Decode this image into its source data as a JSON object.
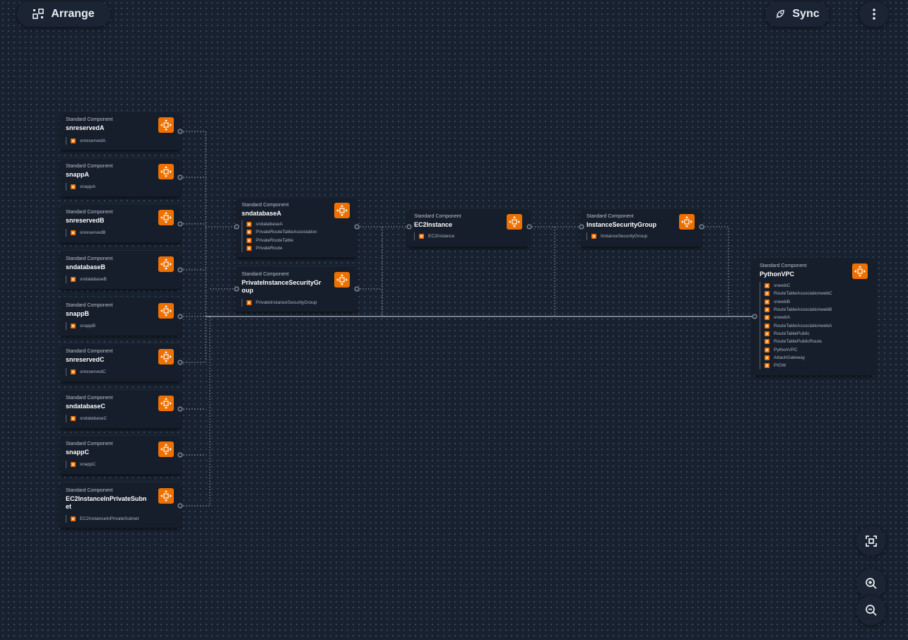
{
  "toolbar": {
    "arrange_label": "Arrange",
    "sync_label": "Sync",
    "more_icon": "vertical-ellipsis-icon"
  },
  "colors": {
    "background": "#18212f",
    "node_bg": "#161e2b",
    "accent": "#ed7100",
    "wire": "#9aa6b4"
  },
  "node_kind": "Standard Component",
  "nodes": {
    "snreservedA": {
      "title": "snreservedA",
      "resources": [
        "snreservedA"
      ]
    },
    "snappA": {
      "title": "snappA",
      "resources": [
        "snappA"
      ]
    },
    "snreservedB": {
      "title": "snreservedB",
      "resources": [
        "snreservedB"
      ]
    },
    "sndatabaseB": {
      "title": "sndatabaseB",
      "resources": [
        "sndatabaseB"
      ]
    },
    "snappB": {
      "title": "snappB",
      "resources": [
        "snappB"
      ]
    },
    "snreservedC": {
      "title": "snreservedC",
      "resources": [
        "snreservedC"
      ]
    },
    "sndatabaseC": {
      "title": "sndatabaseC",
      "resources": [
        "sndatabaseC"
      ]
    },
    "snappC": {
      "title": "snappC",
      "resources": [
        "snappC"
      ]
    },
    "ec2private": {
      "title": "EC2InstanceInPrivateSubnet",
      "resources": [
        "EC2InstanceInPrivateSubnet"
      ]
    },
    "sndatabaseA": {
      "title": "sndatabaseA",
      "resources": [
        "sndatabaseA",
        "PrivateRouteTableAssociation",
        "PrivateRouteTable",
        "PrivateRoute"
      ]
    },
    "privateSG": {
      "title": "PrivateInstanceSecurityGroup",
      "resources": [
        "PrivateInstanceSecurityGroup"
      ]
    },
    "ec2": {
      "title": "EC2Instance",
      "resources": [
        "EC2Instance"
      ]
    },
    "instanceSG": {
      "title": "InstanceSecurityGroup",
      "resources": [
        "InstanceSecurityGroup"
      ]
    },
    "vpc": {
      "title": "PythonVPC",
      "resources": [
        "snwebC",
        "RouteTableAssociationwebC",
        "snwebB",
        "RouteTableAssociationwebB",
        "snwebA",
        "RouteTableAssociationwebA",
        "RouteTablePublic",
        "RouteTablePublicRoute",
        "PythonVPC",
        "AttachGateway",
        "PIGW"
      ]
    }
  },
  "zoom_controls": {
    "fit_icon": "fit-to-screen-icon",
    "zoom_in_icon": "zoom-in-icon",
    "zoom_out_icon": "zoom-out-icon"
  }
}
